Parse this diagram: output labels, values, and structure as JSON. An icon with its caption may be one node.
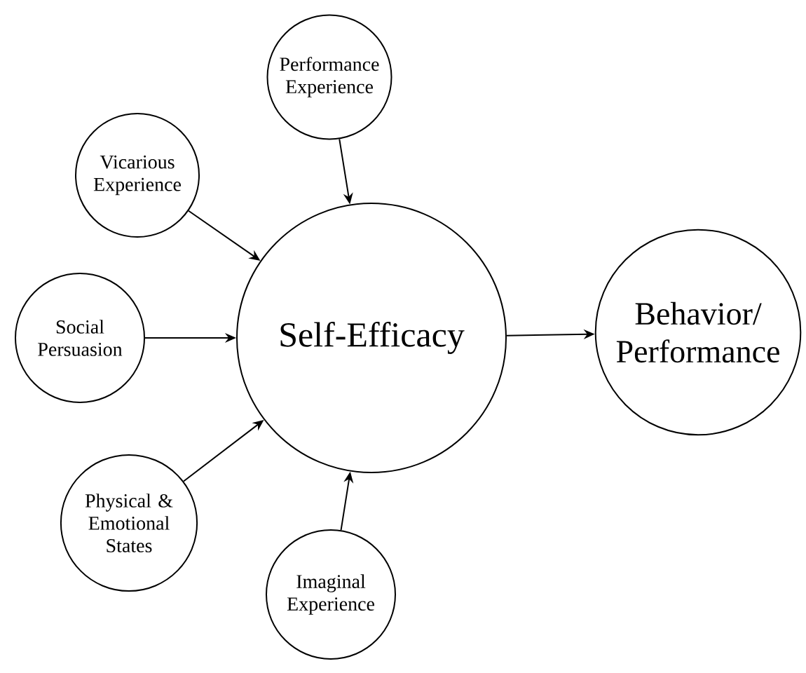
{
  "diagram": {
    "nodes": [
      {
        "text": [
          "Performance Experience"
        ]
      },
      {
        "text": [
          "Vicarious Experience"
        ]
      },
      {
        "text": [
          "Social Persuasion"
        ]
      },
      {
        "text": [
          "Self-Efficacy"
        ]
      },
      {
        "text": [
          "Behavior/ Performance"
        ]
      },
      {
        "text": [
          "Physical & Emotional States"
        ]
      },
      {
        "text": [
          "Imaginal Experience"
        ]
      }
    ],
    "edges": [
      {
        "from": 0,
        "to": 3,
        "arrow": "to"
      },
      {
        "from": 1,
        "to": 3,
        "arrow": "to"
      },
      {
        "from": 2,
        "to": 3,
        "arrow": "to"
      },
      {
        "from": 5,
        "to": 3,
        "arrow": "to"
      },
      {
        "from": 6,
        "to": 3,
        "arrow": "to"
      },
      {
        "from": 3,
        "to": 4,
        "arrow": "to"
      }
    ]
  }
}
